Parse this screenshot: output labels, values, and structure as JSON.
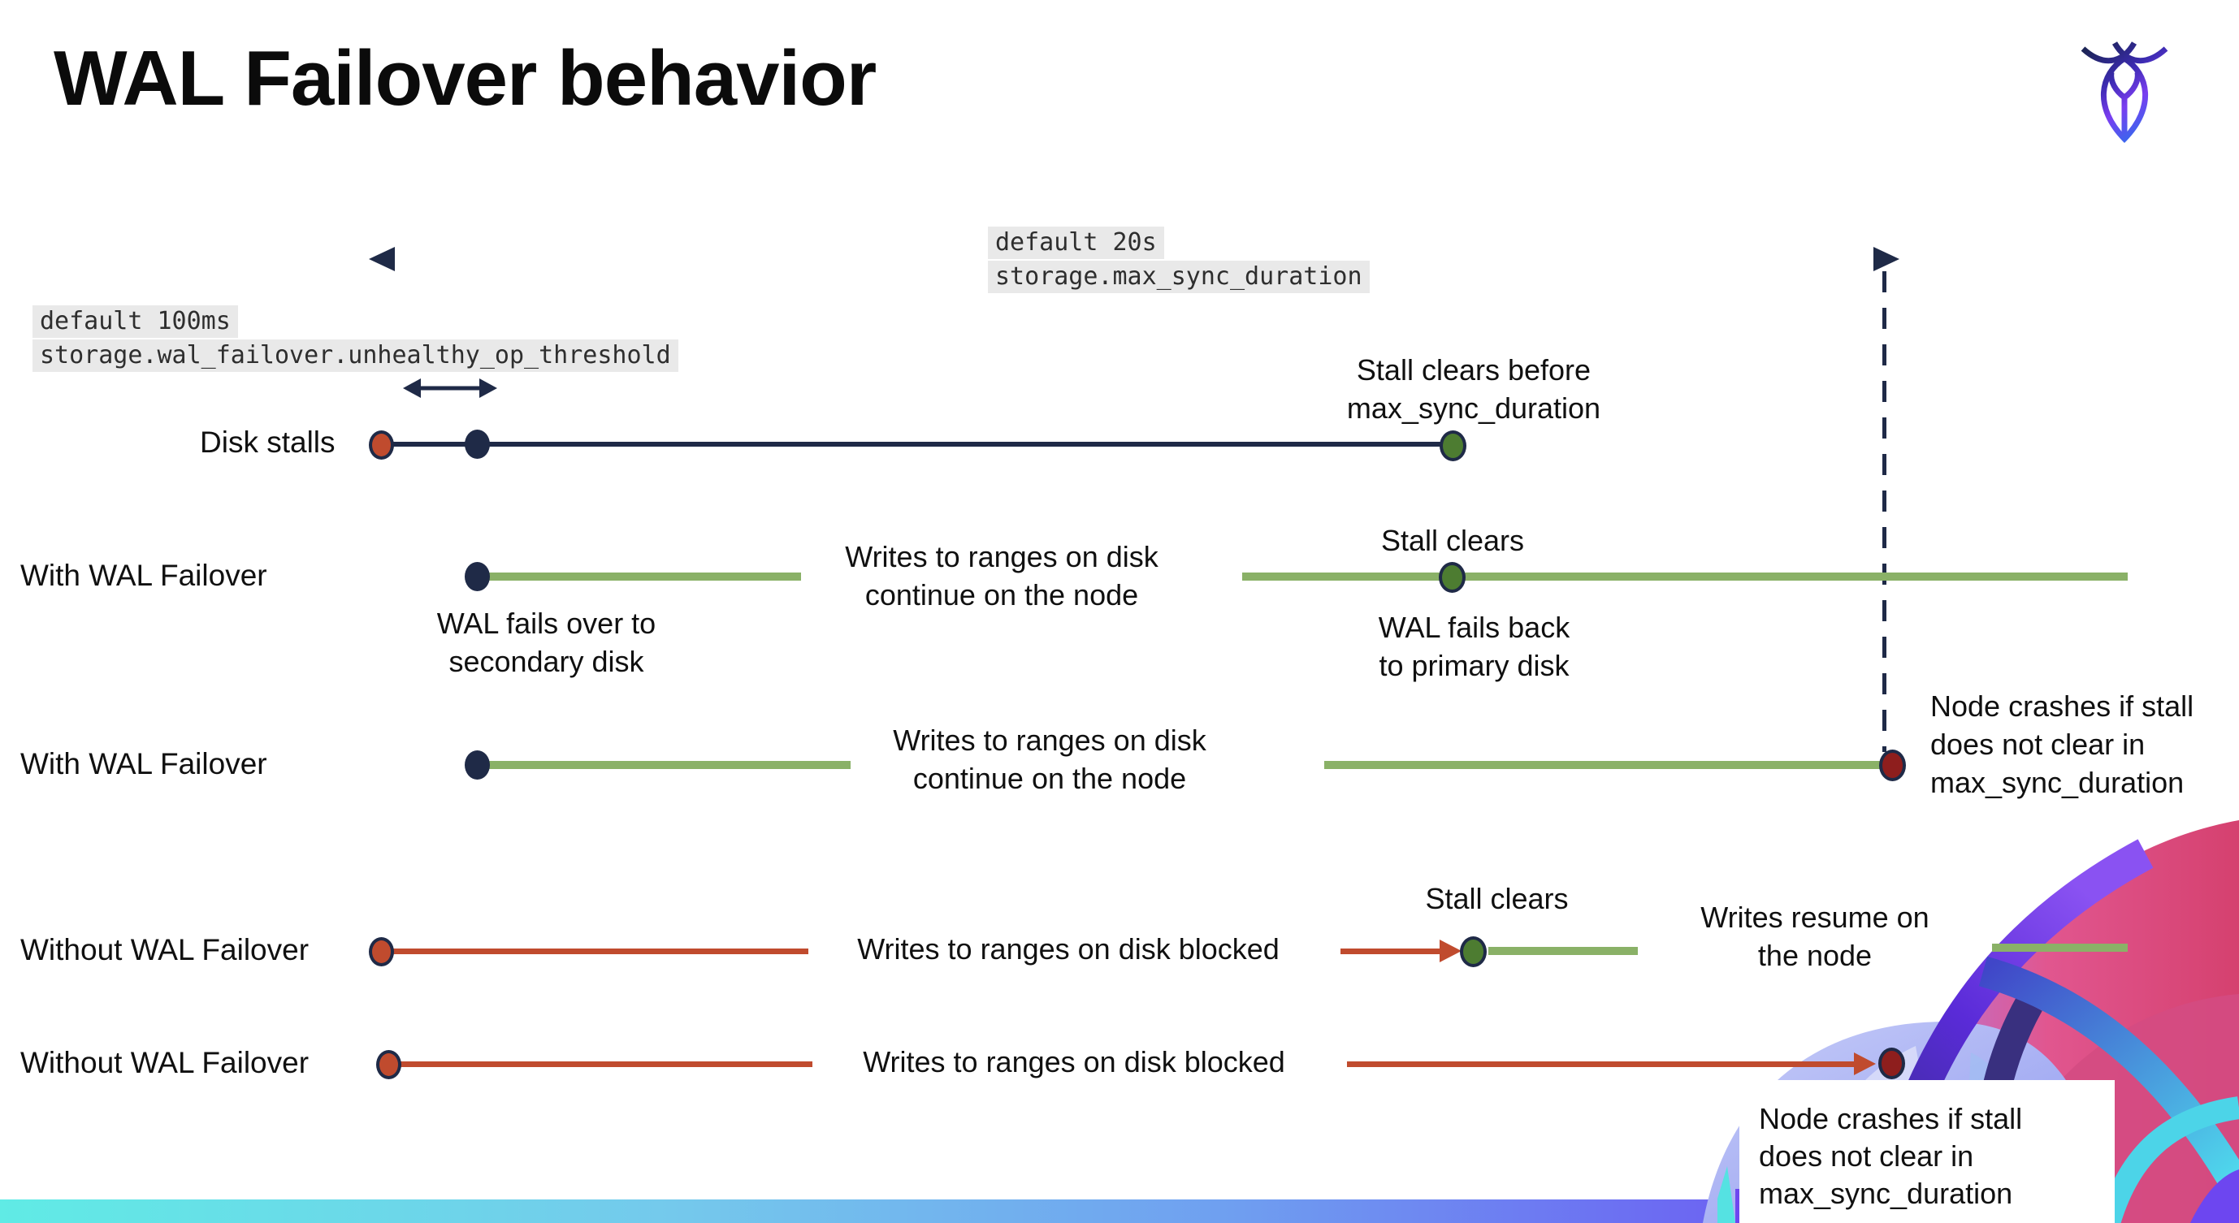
{
  "title": "WAL Failover behavior",
  "logo_name": "cockroachdb-logo",
  "settings": {
    "max_sync": {
      "default_label": "default 20s",
      "setting_name": "storage.max_sync_duration"
    },
    "unhealthy_op": {
      "default_label": "default 100ms",
      "setting_name": "storage.wal_failover.unhealthy_op_threshold"
    }
  },
  "rows": [
    {
      "label": "Disk stalls",
      "stall_note_line1": "Stall clears before",
      "stall_note_line2": "max_sync_duration"
    },
    {
      "label": "With WAL Failover",
      "mid_line1": "Writes to ranges on disk",
      "mid_line2": "continue on the node",
      "failover_line1": "WAL fails over to",
      "failover_line2": "secondary disk",
      "stall_label": "Stall clears",
      "failback_line1": "WAL fails  back",
      "failback_line2": "to primary disk"
    },
    {
      "label": "With WAL Failover",
      "mid_line1": "Writes to ranges on disk",
      "mid_line2": "continue on the node",
      "crash_line1": "Node crashes if stall",
      "crash_line2": "does not clear in",
      "crash_line3": "max_sync_duration"
    },
    {
      "label": "Without WAL Failover",
      "mid_line1": "Writes to ranges on disk  blocked",
      "stall_label": "Stall clears",
      "resume_line1": "Writes resume on",
      "resume_line2": "the node"
    },
    {
      "label": "Without WAL Failover",
      "mid_line1": "Writes to ranges on disk  blocked",
      "crash_line1": "Node crashes if stall",
      "crash_line2": "does not clear in",
      "crash_line3": "max_sync_duration"
    }
  ],
  "colors": {
    "navy": "#1f2a47",
    "green_line": "#8ab167",
    "green_dot": "#4d7c31",
    "red": "#c04b2e",
    "maroon": "#8e1e1d",
    "label_bg": "#e9e9e9",
    "bar_gradient_left": "#60ebe5",
    "bar_gradient_right": "#6d46f0"
  }
}
